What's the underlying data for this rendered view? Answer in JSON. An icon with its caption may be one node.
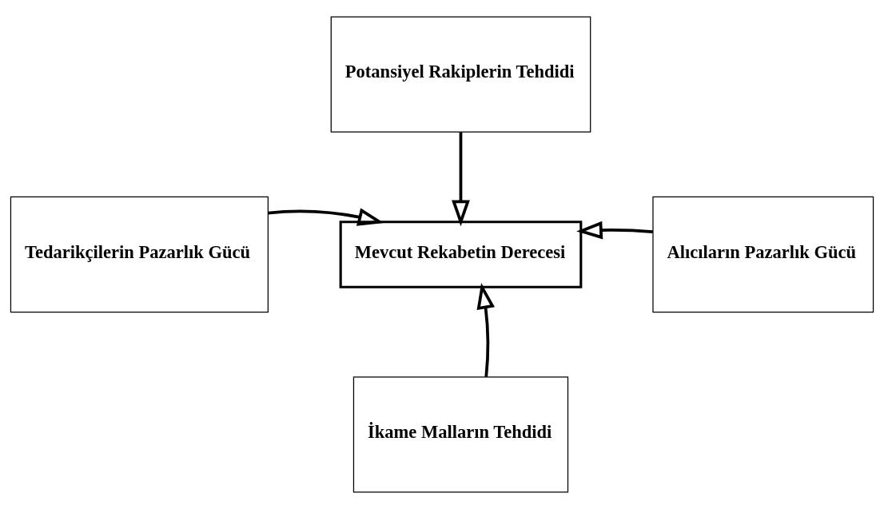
{
  "diagram": {
    "nodes": [
      {
        "text": [
          "Potansiyel Rakiplerin Tehdidi"
        ]
      },
      {
        "text": [
          "Tedarikçilerin Pazarlık Gücü"
        ]
      },
      {
        "text": [
          "Mevcut Rekabetin Derecesi"
        ]
      },
      {
        "text": [
          "Alıcıların Pazarlık Gücü"
        ]
      },
      {
        "text": [
          "İkame Malların Tehdidi"
        ]
      }
    ],
    "edges": [
      {
        "from": 0,
        "to": 2,
        "arrow": "to"
      },
      {
        "from": 1,
        "to": 2,
        "arrow": "to"
      },
      {
        "from": 3,
        "to": 2,
        "arrow": "to"
      },
      {
        "from": 4,
        "to": 2,
        "arrow": "to"
      }
    ]
  }
}
